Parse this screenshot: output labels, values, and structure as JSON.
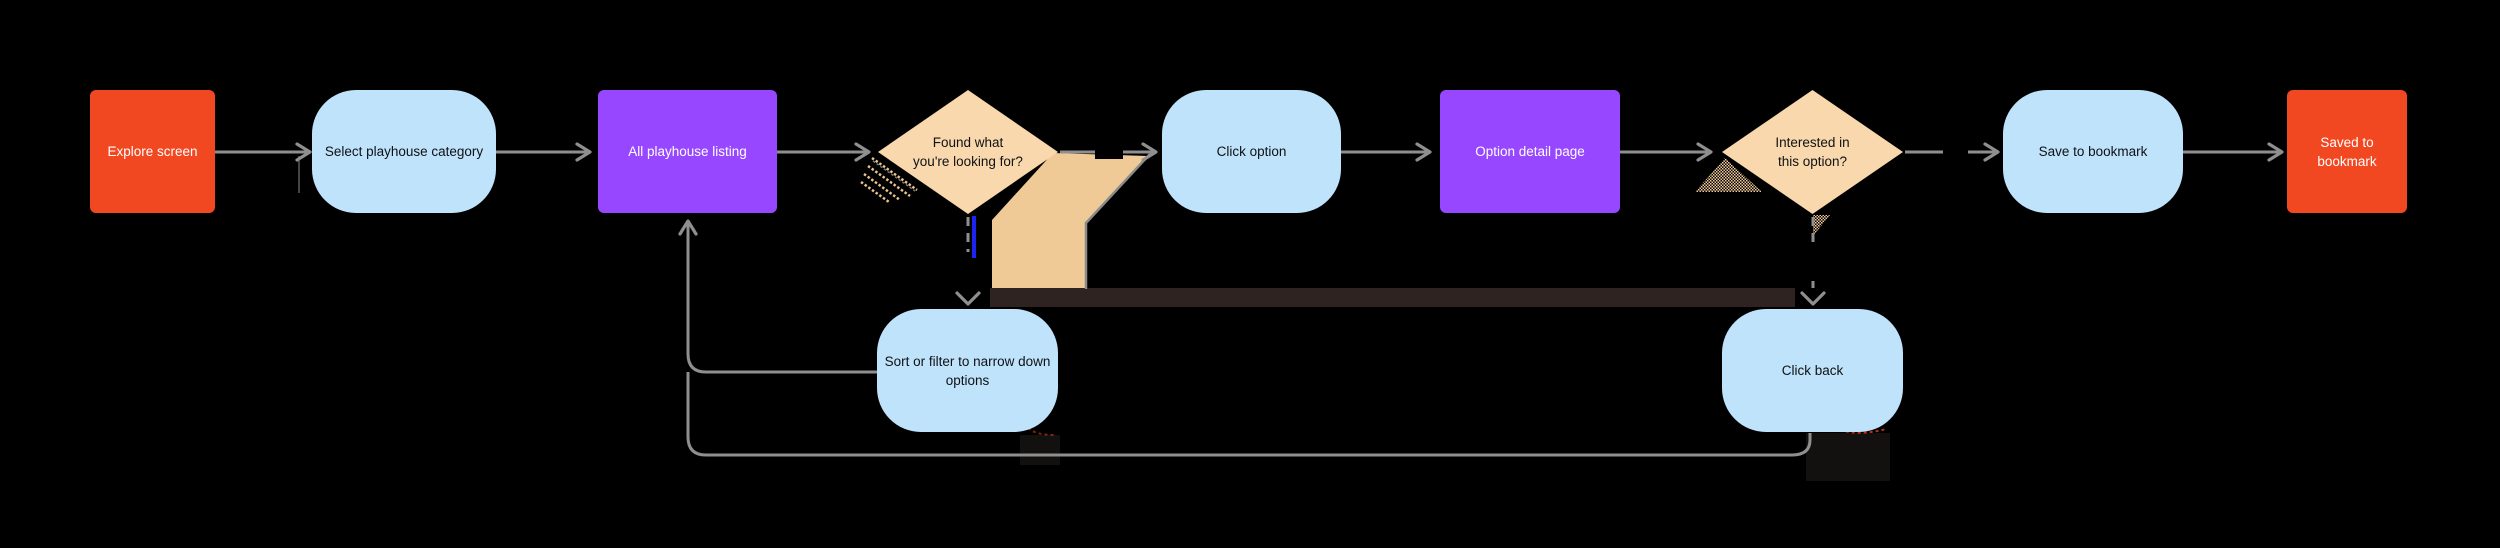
{
  "canvas": {
    "background": "#000000"
  },
  "palette": {
    "process_red": "#F24822",
    "process_purple": "#9747FF",
    "process_blue": "#BEE3FB",
    "decision_tan": "#F8D8AC",
    "connector_gray": "#8F8F8F",
    "text_dark": "#101114",
    "text_light": "#FFFFFF",
    "artifact_tan": "#EFC996",
    "artifact_band_brown": "#2E2320",
    "artifact_blue": "#1B24F0"
  },
  "nodes": [
    {
      "id": "explore-screen",
      "label": "Explore screen",
      "shape": "rectangle",
      "fill": "#F24822"
    },
    {
      "id": "select-category",
      "label": "Select playhouse category",
      "shape": "rounded",
      "fill": "#BEE3FB"
    },
    {
      "id": "all-listing",
      "label": "All playhouse listing",
      "shape": "rectangle",
      "fill": "#9747FF"
    },
    {
      "id": "found-decision",
      "label": "Found what you're looking for?",
      "shape": "diamond",
      "fill": "#F8D8AC"
    },
    {
      "id": "click-option",
      "label": "Click option",
      "shape": "rounded",
      "fill": "#BEE3FB"
    },
    {
      "id": "option-detail",
      "label": "Option detail page",
      "shape": "rectangle",
      "fill": "#9747FF"
    },
    {
      "id": "interested-decision",
      "label": "Interested in this option?",
      "shape": "diamond",
      "fill": "#F8D8AC"
    },
    {
      "id": "save-bookmark",
      "label": "Save to bookmark",
      "shape": "rounded",
      "fill": "#BEE3FB"
    },
    {
      "id": "saved-bookmark",
      "label": "Saved to bookmark",
      "shape": "rectangle",
      "fill": "#F24822"
    },
    {
      "id": "sort-filter",
      "label": "Sort or filter to narrow down options",
      "shape": "rounded",
      "fill": "#BEE3FB"
    },
    {
      "id": "click-back",
      "label": "Click back",
      "shape": "rounded",
      "fill": "#BEE3FB"
    }
  ],
  "connectors": [
    {
      "from": "explore-screen",
      "to": "select-category",
      "style": "solid"
    },
    {
      "from": "select-category",
      "to": "all-listing",
      "style": "solid"
    },
    {
      "from": "all-listing",
      "to": "found-decision",
      "style": "solid"
    },
    {
      "from": "found-decision",
      "to": "click-option",
      "style": "solid"
    },
    {
      "from": "found-decision",
      "to": "sort-filter",
      "style": "dashed"
    },
    {
      "from": "sort-filter",
      "to": "all-listing",
      "style": "solid-elbow"
    },
    {
      "from": "click-option",
      "to": "option-detail",
      "style": "solid"
    },
    {
      "from": "option-detail",
      "to": "interested-decision",
      "style": "solid"
    },
    {
      "from": "interested-decision",
      "to": "save-bookmark",
      "style": "solid"
    },
    {
      "from": "interested-decision",
      "to": "click-back",
      "style": "dashed"
    },
    {
      "from": "click-back",
      "to": "all-listing",
      "style": "solid-elbow"
    },
    {
      "from": "save-bookmark",
      "to": "saved-bookmark",
      "style": "solid"
    }
  ]
}
